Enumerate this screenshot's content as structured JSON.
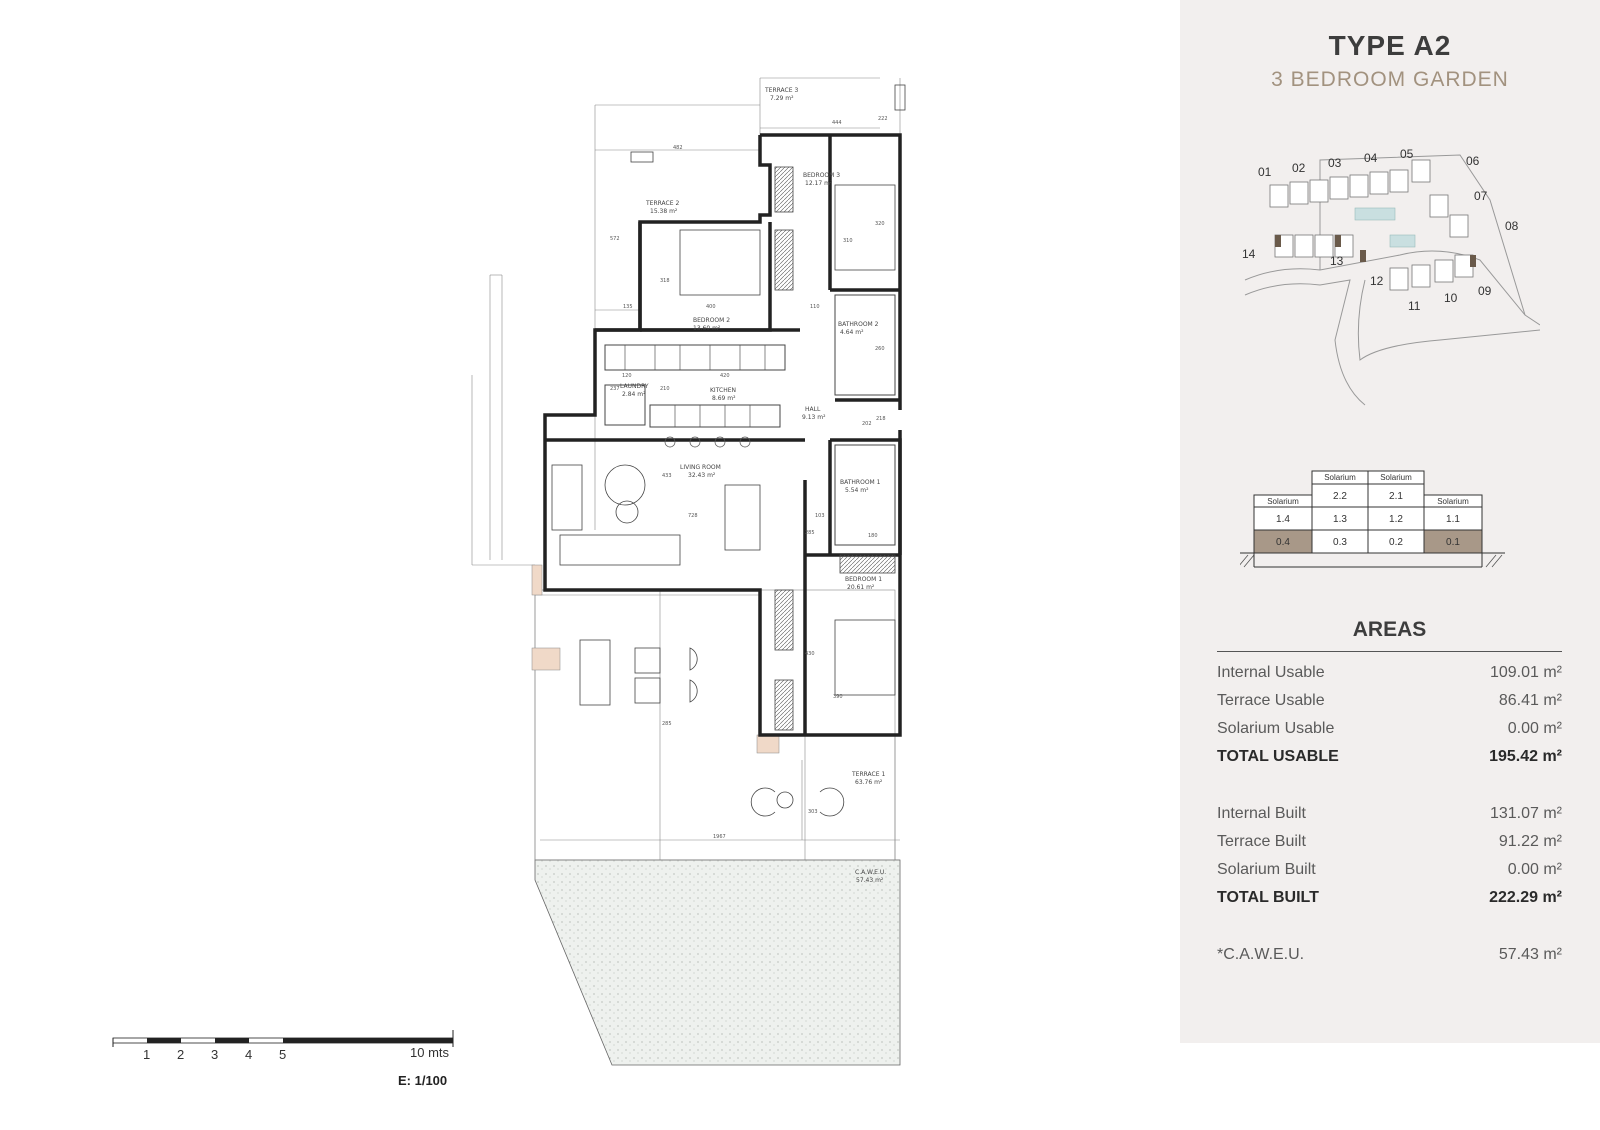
{
  "header": {
    "type_title": "TYPE A2",
    "type_subtitle": "3 BEDROOM GARDEN"
  },
  "rooms": [
    {
      "name": "TERRACE 3",
      "area": "7.29 m²"
    },
    {
      "name": "BEDROOM 3",
      "area": "12.17 m²"
    },
    {
      "name": "TERRACE 2",
      "area": "15.38 m²"
    },
    {
      "name": "BEDROOM 2",
      "area": "13.60 m²"
    },
    {
      "name": "BATHROOM 2",
      "area": "4.64 m²"
    },
    {
      "name": "LAUNDRY",
      "area": "2.84 m²"
    },
    {
      "name": "KITCHEN",
      "area": "8.69 m²"
    },
    {
      "name": "HALL",
      "area": "9.13 m²"
    },
    {
      "name": "LIVING ROOM",
      "area": "32.43 m²"
    },
    {
      "name": "BATHROOM 1",
      "area": "5.54 m²"
    },
    {
      "name": "BEDROOM 1",
      "area": "20.61 m²"
    },
    {
      "name": "TERRACE 1",
      "area": "63.76 m²"
    },
    {
      "name": "C.A.W.E.U.",
      "area": "57.43 m²"
    }
  ],
  "dimensions": [
    "444",
    "222",
    "482",
    "572",
    "310",
    "320",
    "318",
    "135",
    "400",
    "110",
    "260",
    "120",
    "420",
    "237",
    "210",
    "218",
    "202",
    "433",
    "728",
    "103",
    "285",
    "180",
    "430",
    "390",
    "285",
    "303",
    "1967"
  ],
  "scale_bar": {
    "ticks": [
      "1",
      "2",
      "3",
      "4",
      "5",
      "10 mts"
    ],
    "ratio": "E: 1/100"
  },
  "site_map": {
    "unit_labels": [
      "01",
      "02",
      "03",
      "04",
      "05",
      "06",
      "07",
      "08",
      "09",
      "10",
      "11",
      "12",
      "13",
      "14"
    ]
  },
  "solarium_diagram": {
    "top_headers": [
      "Solarium",
      "Solarium"
    ],
    "side_headers": [
      "Solarium",
      "Solarium"
    ],
    "rows": [
      [
        "2.2",
        "2.1"
      ],
      [
        "1.4",
        "1.3",
        "1.2",
        "1.1"
      ],
      [
        "0.4",
        "0.3",
        "0.2",
        "0.1"
      ]
    ]
  },
  "areas": {
    "title": "AREAS",
    "usable": [
      {
        "label": "Internal Usable",
        "value": "109.01 m²"
      },
      {
        "label": "Terrace Usable",
        "value": "86.41 m²"
      },
      {
        "label": "Solarium Usable",
        "value": "0.00 m²"
      },
      {
        "label": "TOTAL USABLE",
        "value": "195.42 m²"
      }
    ],
    "built": [
      {
        "label": "Internal Built",
        "value": "131.07 m²"
      },
      {
        "label": "Terrace Built",
        "value": "91.22 m²"
      },
      {
        "label": "Solarium Built",
        "value": "0.00 m²"
      },
      {
        "label": "TOTAL BUILT",
        "value": "222.29 m²"
      }
    ],
    "caweu": {
      "label": "*C.A.W.E.U.",
      "value": "57.43 m²"
    }
  },
  "colors": {
    "panel_bg": "#f2efee",
    "accent": "#a2927f",
    "highlight_cell": "#a89888",
    "wall": "#222222",
    "garden_fill": "#e6ebe6"
  }
}
